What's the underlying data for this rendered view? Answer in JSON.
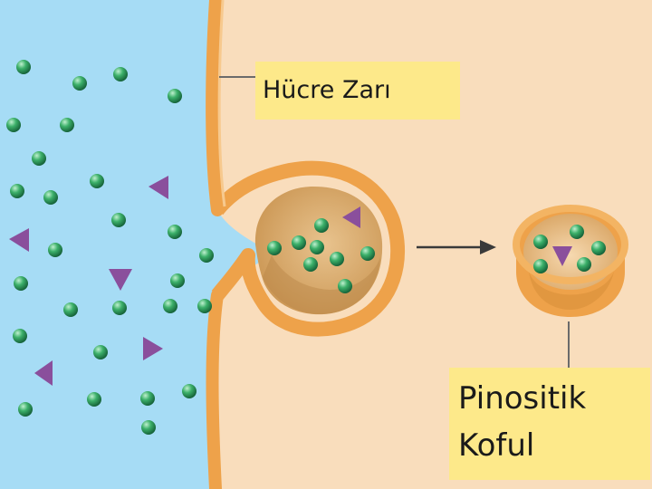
{
  "labels": {
    "membrane": "Hücre Zarı",
    "vesicle_line1": "Pinositik",
    "vesicle_line2": "Koful"
  },
  "colors": {
    "extracellular": "#a6dcf5",
    "cytoplasm": "#fbe1c2",
    "membrane": "#eea24a",
    "membrane_inner": "#f7c98e",
    "vesicle_fill": "#e9c08d",
    "molecule_green": "#2e9a56",
    "molecule_purple": "#8a4f9c",
    "label_background": "#fde98a"
  },
  "icons": {
    "molecule": "green-sphere",
    "particle": "purple-triangle",
    "arrow": "right-arrow"
  }
}
